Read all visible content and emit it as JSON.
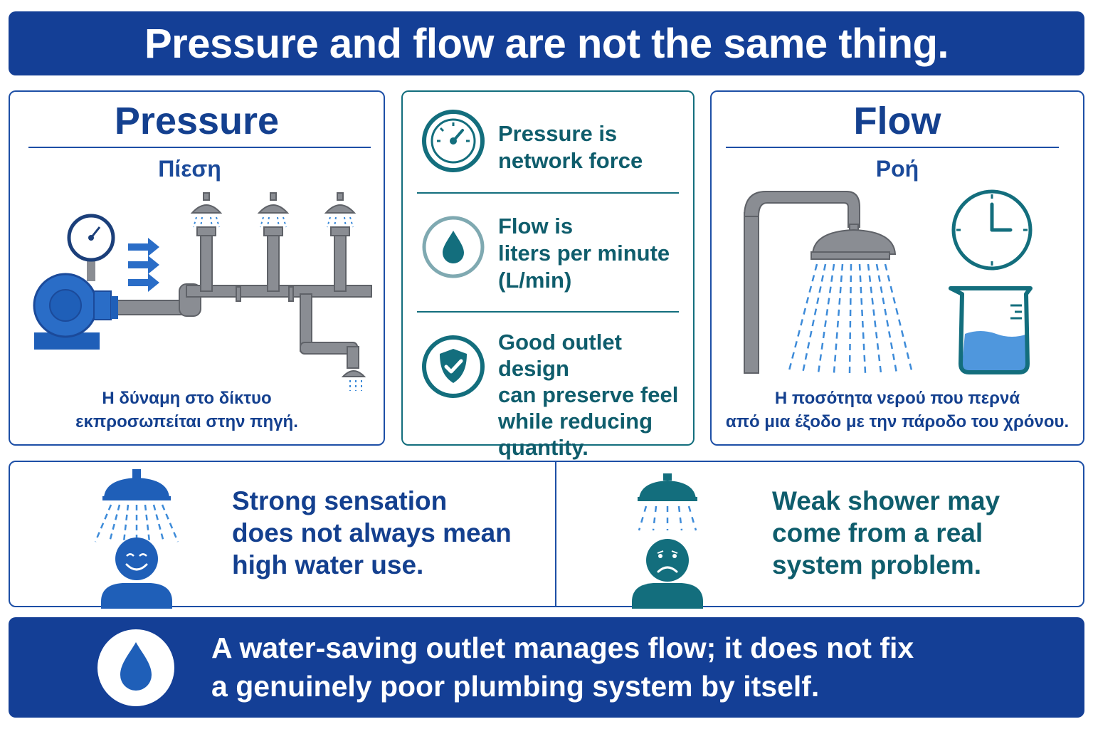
{
  "header": {
    "title": "Pressure and flow are not the same thing."
  },
  "pressure_card": {
    "title": "Pressure",
    "subtitle": "Πίεση",
    "caption_line1": "Η δύναμη στο δίκτυο",
    "caption_line2": "εκπροσωπείται στην πηγή."
  },
  "middle_card": {
    "items": [
      {
        "icon": "pressure-gauge-icon",
        "lines": [
          "Pressure is",
          "network force"
        ]
      },
      {
        "icon": "water-drop-icon",
        "lines": [
          "Flow is",
          "liters per minute",
          "(L/min)"
        ]
      },
      {
        "icon": "shield-check-icon",
        "lines": [
          "Good outlet design",
          "can preserve feel",
          "while reducing",
          "quantity."
        ]
      }
    ]
  },
  "flow_card": {
    "title": "Flow",
    "subtitle": "Ροή",
    "caption_line1": "Η ποσότητα νερού που περνά",
    "caption_line2": "από μια έξοδο με την πάροδο του χρόνου."
  },
  "bottom_left": {
    "icon": "happy-person-shower-icon",
    "lines": [
      "Strong sensation",
      "does not always mean",
      "high water use."
    ]
  },
  "bottom_right": {
    "icon": "sad-person-shower-icon",
    "lines": [
      "Weak shower may",
      "come from a real",
      "system problem."
    ]
  },
  "footer": {
    "icon": "water-drop-icon",
    "line1": "A water-saving outlet manages flow; it does not fix",
    "line2": "a genuinely poor plumbing system by itself."
  },
  "colors": {
    "navy": "#143f96",
    "blue": "#1d4fa6",
    "teal": "#136e7d",
    "water": "#3d8bd9",
    "pipe": "#8a8d93"
  }
}
